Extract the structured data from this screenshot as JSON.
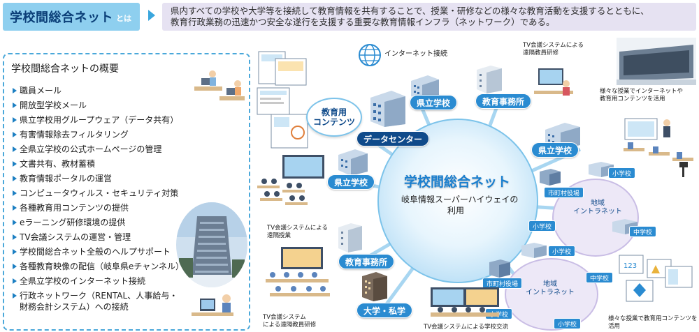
{
  "header": {
    "title": "学校間総合ネット",
    "title_suffix": "とは",
    "description_line1": "県内すべての学校や大学等を接続して教育情報を共有することで、授業・研修などの様々な教育活動を支援するとともに、",
    "description_line2": "教育行政業務の迅速かつ安全な遂行を支援する重要な教育情報インフラ（ネットワーク）である。"
  },
  "overview": {
    "title": "学校間総合ネットの概要",
    "items": [
      "職員メール",
      "開放型学校メール",
      "県立学校用グループウェア（データ共有）",
      "有害情報除去フィルタリング",
      "全県立学校の公式ホームページの管理",
      "文書共有、教材蓄積",
      "教育情報ポータルの運営",
      "コンピュータウィルス・セキュリティ対策",
      "各種教育用コンテンツの提供",
      "eラーニング研修環境の提供",
      "TV会議システムの運営・管理",
      "学校間総合ネット全般のヘルプサポート",
      "各種教育映像の配信（岐阜県eチャンネル）",
      "全県立学校のインターネット接続",
      "行政ネットワーク（RENTAL、人事給与・\n財務会計システム）への接続"
    ]
  },
  "network": {
    "center_title": "学校間総合ネット",
    "center_sub_line1": "岐阜情報スーパーハイウェイの",
    "center_sub_line2": "利用",
    "contents_line1": "教育用",
    "contents_line2": "コンテンツ",
    "data_center": "データセンター",
    "internet": "インターネット接続",
    "nodes": {
      "pref_school_top": "県立学校",
      "board_office_top": "教育事務所",
      "pref_school_right": "県立学校",
      "pref_school_left": "県立学校",
      "board_office_bottom": "教育事務所",
      "university": "大学・私学"
    },
    "region": {
      "label_line1": "地域",
      "label_line2": "イントラネット",
      "city_office": "市町村役場",
      "elementary": "小学校",
      "junior_high": "中学校"
    },
    "captions": {
      "tv_training_top": "TV会議システムによる\n遠隔教員研修",
      "internet_use": "様々な授業でインターネットや\n教育用コンテンツを活用",
      "tv_remote_class": "TV会議システムによる\n遠隔授業",
      "tv_training_bottom": "TV会議システム\nによる遠隔教員研修",
      "tv_exchange": "TV会議システムによる学校交流",
      "contents_use": "様々な授業で教育用コンテンツを活用"
    }
  },
  "colors": {
    "title_bg": "#8ecfef",
    "title_text": "#0b3f78",
    "desc_bg": "#e6e2f2",
    "accent_blue": "#2a8bd1",
    "dark_blue": "#0f4a8a",
    "region_bg": "#ede8f7"
  }
}
